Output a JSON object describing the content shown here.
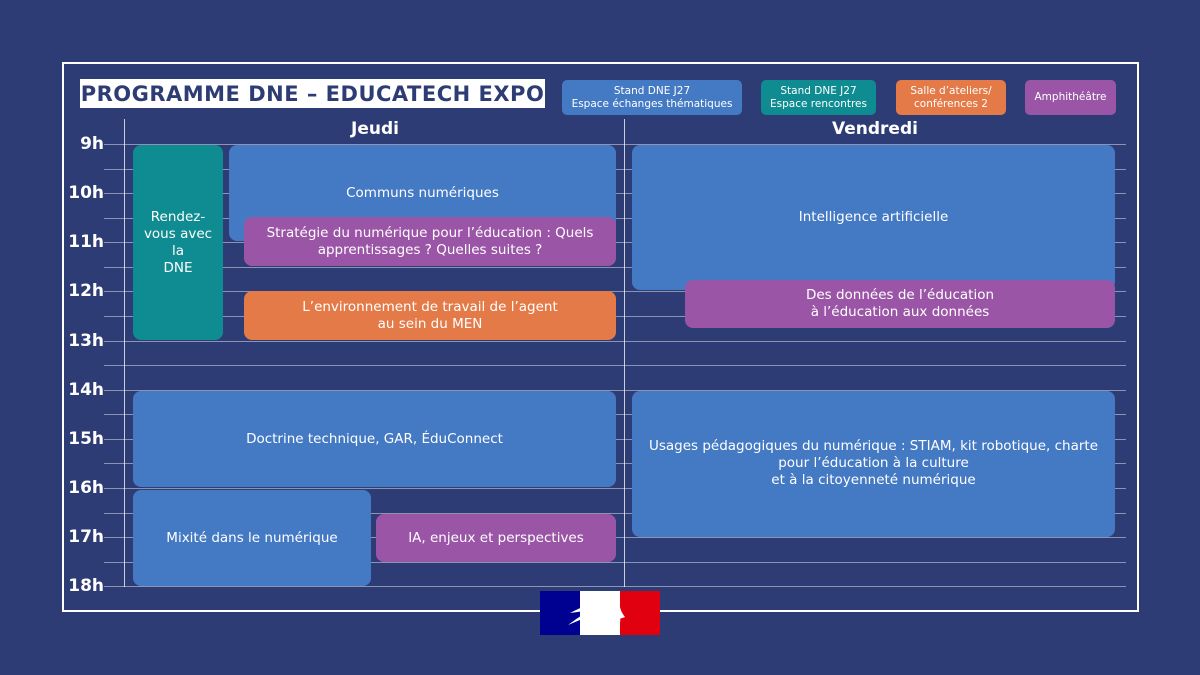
{
  "title": "PROGRAMME DNE – EDUCATECH EXPO",
  "legend": [
    {
      "line1": "Stand DNE J27",
      "line2": "Espace échanges thématiques",
      "color": "#4479c4"
    },
    {
      "line1": "Stand DNE J27",
      "line2": "Espace rencontres",
      "color": "#0f8c91"
    },
    {
      "line1": "Salle d’ateliers/",
      "line2": "conférences 2",
      "color": "#e47a48"
    },
    {
      "line1": "Amphithéâtre",
      "line2": "",
      "color": "#9b55a6"
    }
  ],
  "days": {
    "thursday": "Jeudi",
    "friday": "Vendredi"
  },
  "hours": [
    "9h",
    "10h",
    "11h",
    "12h",
    "13h",
    "14h",
    "15h",
    "16h",
    "17h",
    "18h"
  ],
  "events": {
    "rendez_vous": {
      "lines": [
        "Rendez-",
        "vous avec la",
        "DNE"
      ],
      "color": "#0f8c91"
    },
    "communs": {
      "lines": [
        "Communs numériques"
      ],
      "color": "#4479c4"
    },
    "strategie": {
      "lines": [
        "Stratégie du numérique pour l’éducation : Quels",
        "apprentissages ? Quelles suites ?"
      ],
      "color": "#9b55a6"
    },
    "environnement": {
      "lines": [
        "L’environnement de travail de l’agent",
        "au sein du MEN"
      ],
      "color": "#e47a48"
    },
    "doctrine": {
      "lines": [
        "Doctrine technique, GAR, ÉduConnect"
      ],
      "color": "#4479c4"
    },
    "mixite": {
      "lines": [
        "Mixité dans le numérique"
      ],
      "color": "#4479c4"
    },
    "ia": {
      "lines": [
        "IA, enjeux et perspectives"
      ],
      "color": "#9b55a6"
    },
    "intelligence": {
      "lines": [
        "Intelligence artificielle"
      ],
      "color": "#4479c4"
    },
    "donnees": {
      "lines": [
        "Des données de l’éducation",
        "à l’éducation aux données"
      ],
      "color": "#9b55a6"
    },
    "usages": {
      "lines": [
        "Usages pédagogiques du numérique : STIAM, kit robotique, charte",
        "pour l’éducation à la culture",
        "et à la citoyenneté numérique"
      ],
      "color": "#4479c4"
    }
  },
  "logo": {
    "icon": "marianne-logo-icon",
    "colors": [
      "#000091",
      "#ffffff",
      "#e1000f"
    ]
  }
}
